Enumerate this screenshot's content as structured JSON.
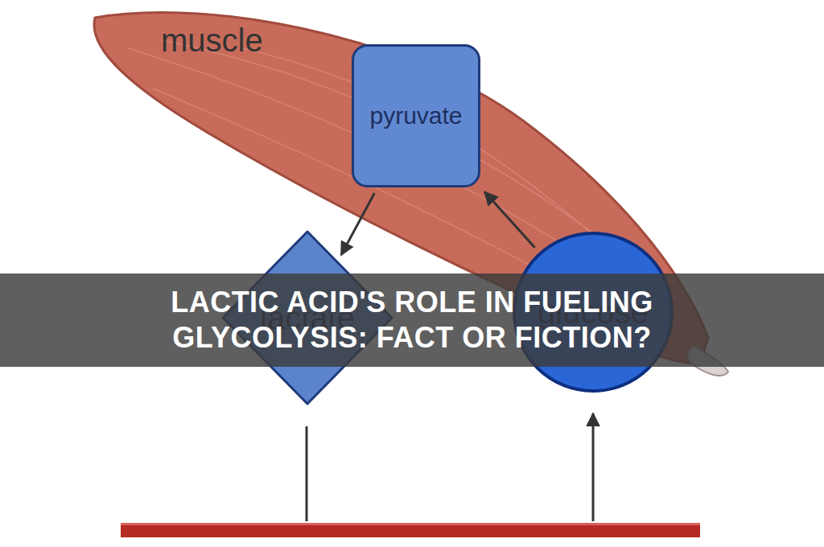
{
  "diagram": {
    "title": "LACTIC ACID'S ROLE IN FUELING GLYCOLYSIS: FACT OR FICTION?",
    "nodes": [
      {
        "text": [
          "pyruvate"
        ]
      },
      {
        "text": [
          "lactate"
        ]
      },
      {
        "text": [
          "glucose"
        ]
      }
    ],
    "edges": [
      {
        "from": 2,
        "to": 0,
        "arrow": "to"
      },
      {
        "from": 0,
        "to": 1,
        "arrow": "to"
      }
    ],
    "labels": [
      "muscle"
    ]
  }
}
